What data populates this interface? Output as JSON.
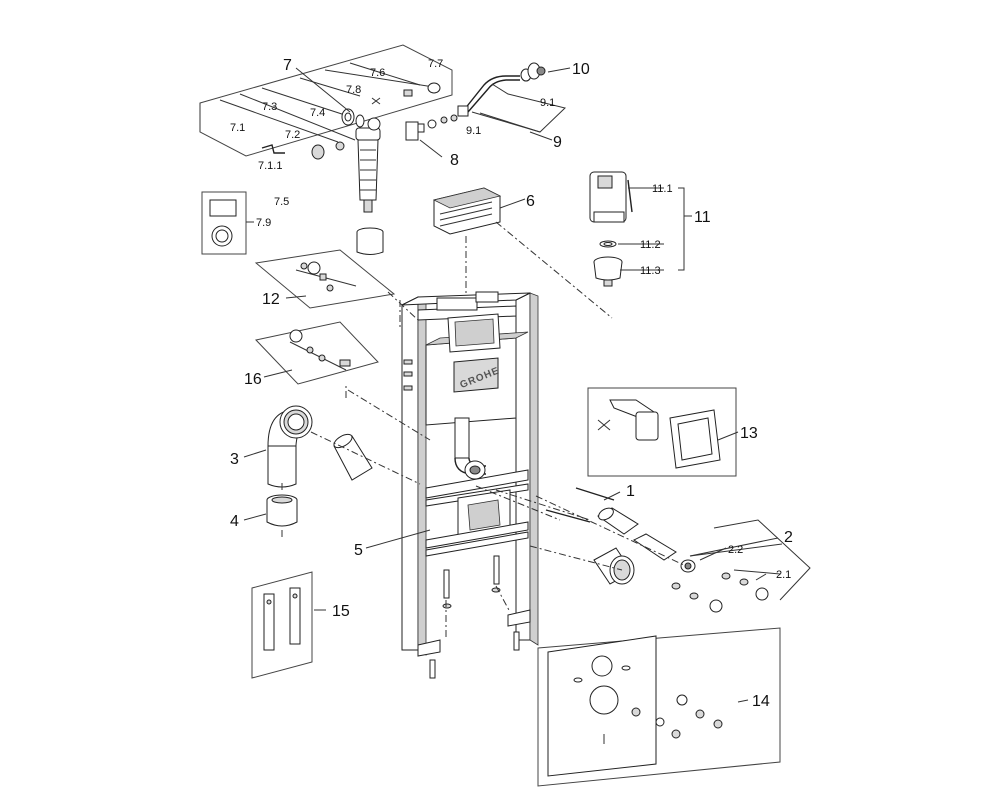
{
  "diagram": {
    "brand_logo": "GROHE",
    "callouts": {
      "c1": "1",
      "c2": "2",
      "c2_1": "2.1",
      "c2_2": "2.2",
      "c3": "3",
      "c4": "4",
      "c5": "5",
      "c6": "6",
      "c7": "7",
      "c7_1": "7.1",
      "c7_1_1": "7.1.1",
      "c7_2": "7.2",
      "c7_3": "7.3",
      "c7_4": "7.4",
      "c7_5": "7.5",
      "c7_6": "7.6",
      "c7_7": "7.7",
      "c7_8": "7.8",
      "c7_9": "7.9",
      "c8": "8",
      "c9": "9",
      "c9_1a": "9.1",
      "c9_1b": "9.1",
      "c10": "10",
      "c11": "11",
      "c11_1": "11.1",
      "c11_2": "11.2",
      "c11_3": "11.3",
      "c12": "12",
      "c13": "13",
      "c14": "14",
      "c15": "15",
      "c16": "16"
    }
  }
}
